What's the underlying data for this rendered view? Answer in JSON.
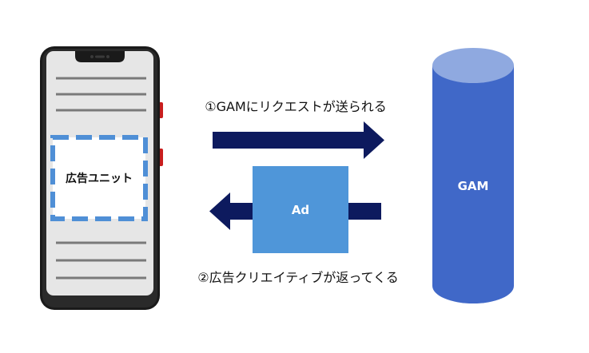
{
  "phone": {
    "ad_unit_label": "広告ユニット"
  },
  "request_arrow": {
    "label": "①GAMにリクエストが送られる"
  },
  "response_arrow": {
    "label": "②広告クリエイティブが返ってくる"
  },
  "ad_creative": {
    "label": "Ad"
  },
  "server": {
    "label": "GAM"
  },
  "colors": {
    "arrow": "#0d1a5e",
    "ad_box": "#4f96d9",
    "cylinder_body": "#4068c8",
    "cylinder_top": "#8fa9e0",
    "ad_unit_border": "#4f8fd6",
    "screen": "#e6e6e6",
    "text_line": "#7a7a7a",
    "phone_body": "#1a1a1a"
  }
}
